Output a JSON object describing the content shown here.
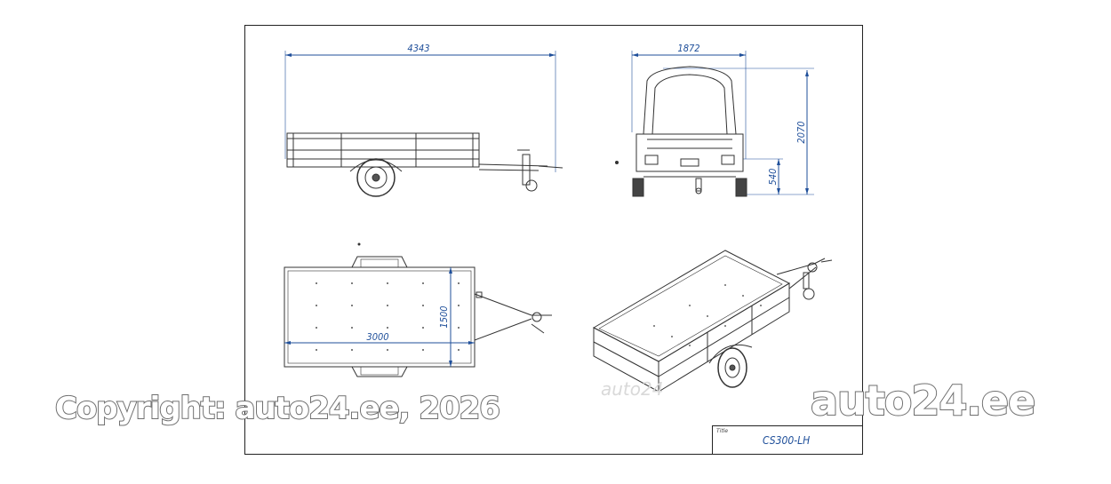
{
  "dimensions": {
    "side_length": "4343",
    "rear_width": "1872",
    "rear_height": "2070",
    "rear_hitch_height": "540",
    "top_length": "3000",
    "top_width": "1500"
  },
  "title_block": {
    "label": "Title",
    "value": "CS300-LH"
  },
  "watermarks": {
    "left": "Copyright: auto24.ee, 2026",
    "right": "auto24.ee",
    "center": "auto24"
  },
  "colors": {
    "dimension": "#1f4f9a",
    "line": "#333333"
  }
}
